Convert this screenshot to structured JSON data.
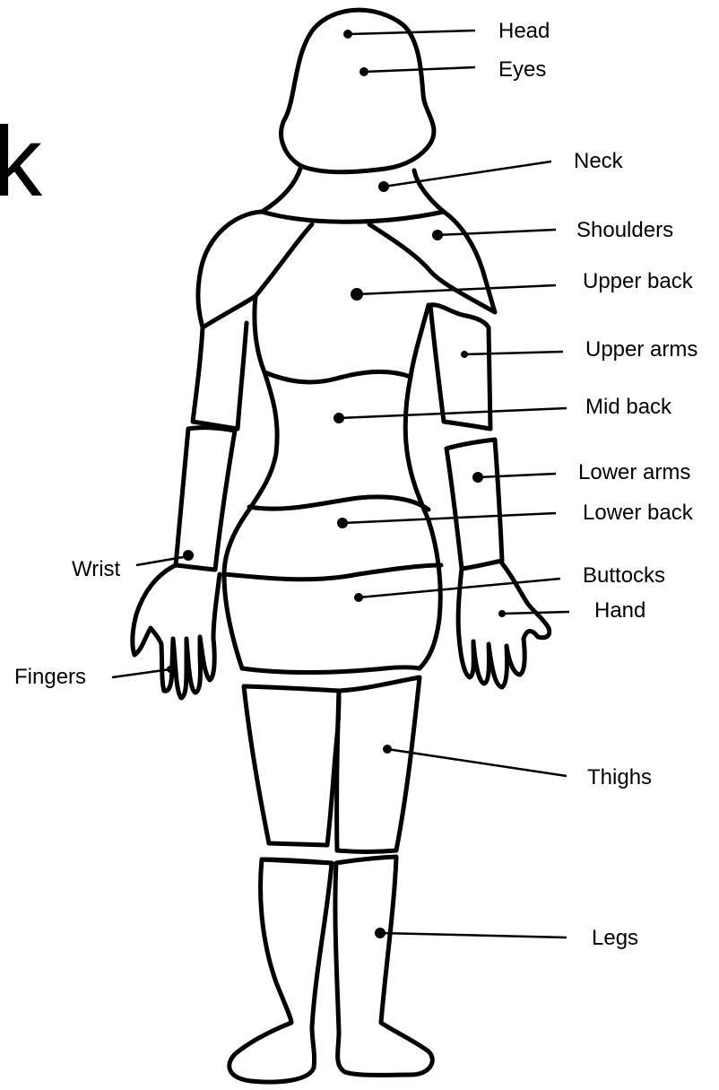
{
  "fragment_text": "k",
  "labels": {
    "head": "Head",
    "eyes": "Eyes",
    "neck": "Neck",
    "shoulders": "Shoulders",
    "upper_back": "Upper back",
    "upper_arms": "Upper arms",
    "mid_back": "Mid back",
    "lower_arms": "Lower arms",
    "lower_back": "Lower back",
    "buttocks": "Buttocks",
    "hand": "Hand",
    "wrist": "Wrist",
    "fingers": "Fingers",
    "thighs": "Thighs",
    "legs": "Legs"
  }
}
